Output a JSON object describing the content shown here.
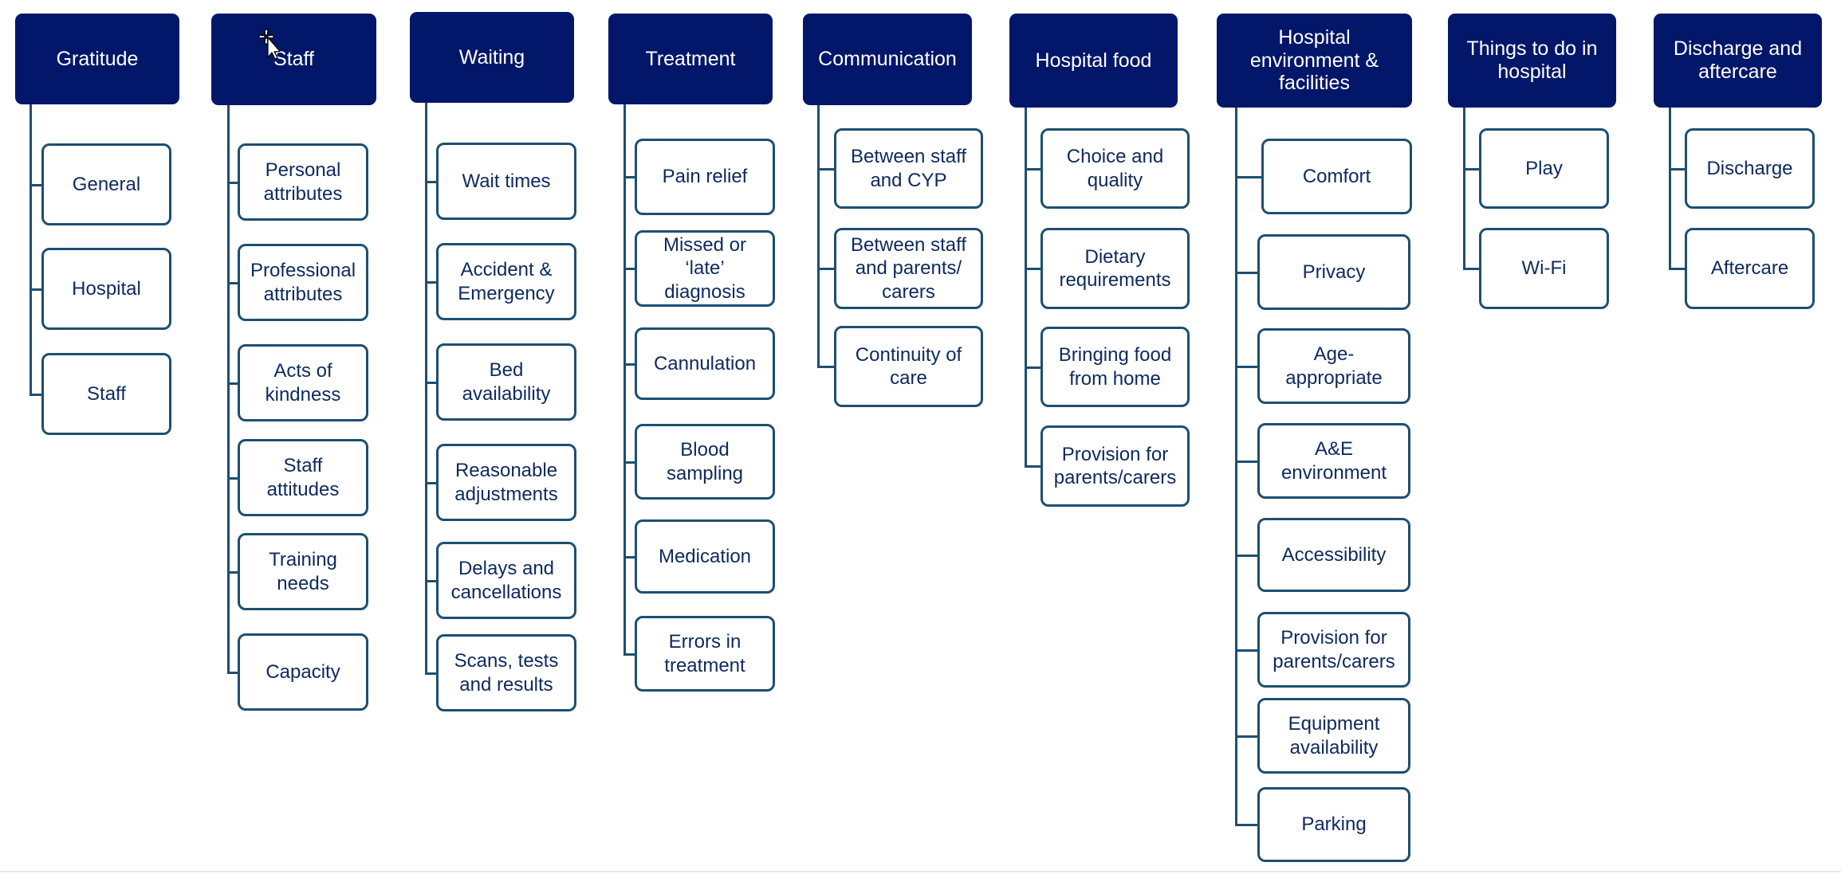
{
  "colors": {
    "header_bg": "#021769",
    "header_text": "#ffffff",
    "box_border": "#1d4f70",
    "box_text": "#0d2a5e",
    "connector": "#1d4f70"
  },
  "cursor_icon": "move-cursor-icon",
  "categories": [
    {
      "title": "Gratitude",
      "items": [
        "General",
        "Hospital",
        "Staff"
      ]
    },
    {
      "title": "Staff",
      "items": [
        "Personal\nattributes",
        "Professional\nattributes",
        "Acts of\nkindness",
        "Staff\nattitudes",
        "Training\nneeds",
        "Capacity"
      ]
    },
    {
      "title": "Waiting",
      "items": [
        "Wait times",
        "Accident &\nEmergency",
        "Bed\navailability",
        "Reasonable\nadjustments",
        "Delays and\ncancellations",
        "Scans, tests\nand results"
      ]
    },
    {
      "title": "Treatment",
      "items": [
        "Pain relief",
        "Missed or\n‘late’\ndiagnosis",
        "Cannulation",
        "Blood\nsampling",
        "Medication",
        "Errors in\ntreatment"
      ]
    },
    {
      "title": "Communication",
      "items": [
        "Between staff\nand CYP",
        "Between staff\nand parents/\ncarers",
        "Continuity of\ncare"
      ]
    },
    {
      "title": "Hospital food",
      "items": [
        "Choice and\nquality",
        "Dietary\nrequirements",
        "Bringing food\nfrom home",
        "Provision for\nparents/carers"
      ]
    },
    {
      "title": "Hospital\nenvironment &\nfacilities",
      "items": [
        "Comfort",
        "Privacy",
        "Age-\nappropriate",
        "A&E\nenvironment",
        "Accessibility",
        "Provision for\nparents/carers",
        "Equipment\navailability",
        "Parking"
      ]
    },
    {
      "title": "Things to do in\nhospital",
      "items": [
        "Play",
        "Wi-Fi"
      ]
    },
    {
      "title": "Discharge and\naftercare",
      "items": [
        "Discharge",
        "Aftercare"
      ]
    }
  ]
}
